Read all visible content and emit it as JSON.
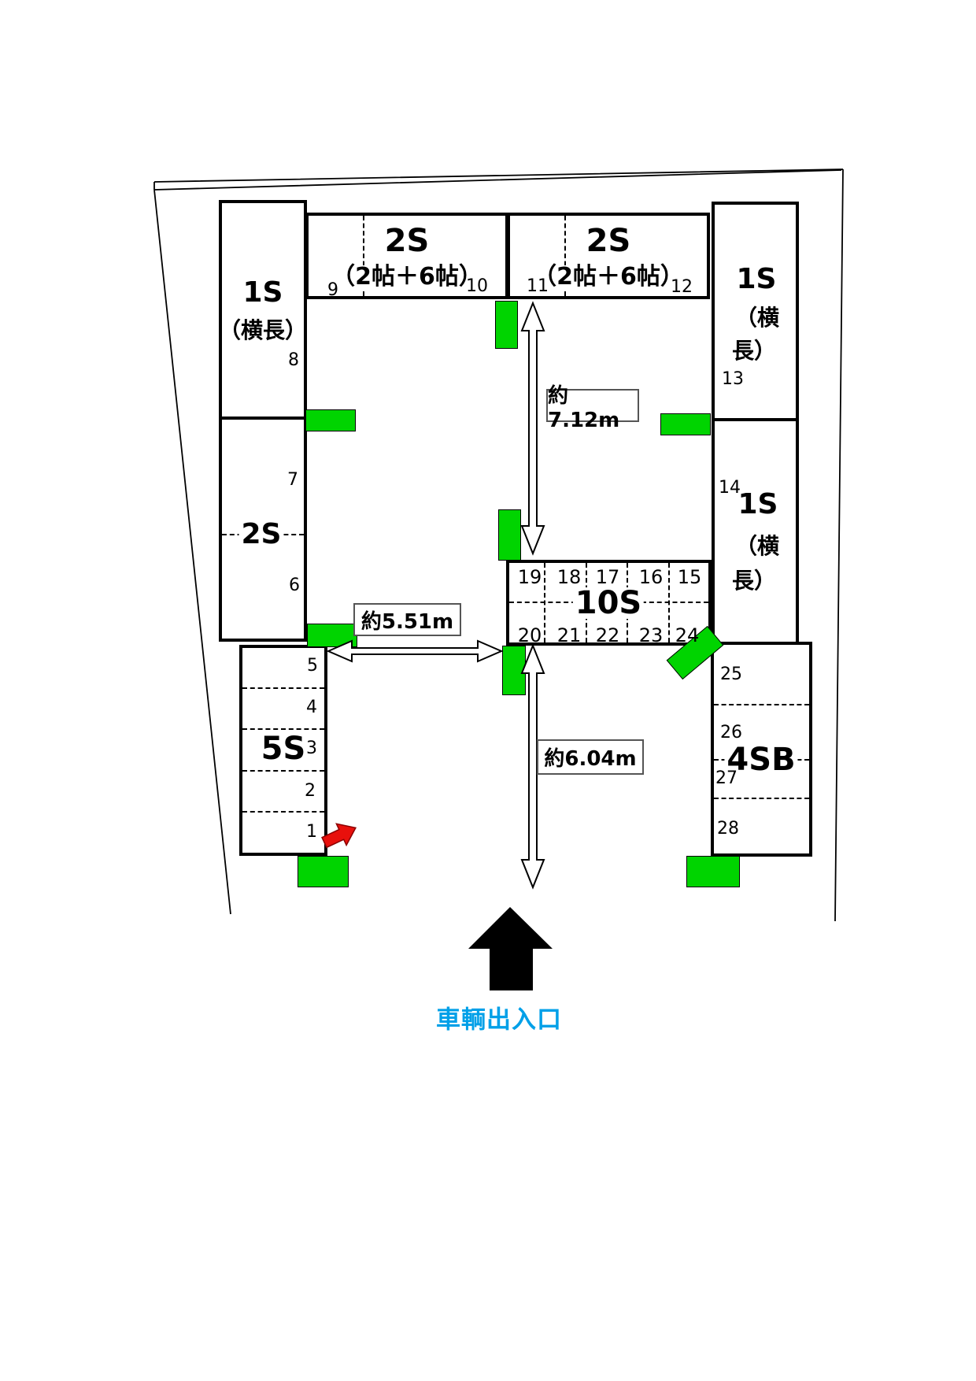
{
  "diagram": {
    "vehicle_entrance": "車輌出入口",
    "dimensions": {
      "courtyard_height": "約7.12m",
      "courtyard_width": "約5.51m",
      "driveway_height": "約6.04m"
    },
    "blocks": {
      "left_1s": {
        "title": "1S",
        "subtitle": "（横長）",
        "unit": "8"
      },
      "left_2s": {
        "title": "2S",
        "units": [
          "7",
          "6"
        ]
      },
      "top_2s_left": {
        "title": "2S",
        "subtitle": "（2帖＋6帖）",
        "unit_left": "9",
        "unit_right": "10"
      },
      "top_2s_right": {
        "title": "2S",
        "subtitle": "（2帖＋6帖）",
        "unit_left": "11",
        "unit_right": "12"
      },
      "right_1s_top": {
        "title": "1S",
        "subtitle_line1": "（横",
        "subtitle_line2": "長）",
        "unit": "13"
      },
      "right_1s_bottom": {
        "title": "1S",
        "subtitle_line1": "（横",
        "subtitle_line2": "長）",
        "unit": "14"
      },
      "center_10s": {
        "title": "10S",
        "units_top": [
          "19",
          "18",
          "17",
          "16",
          "15"
        ],
        "units_bottom": [
          "20",
          "21",
          "22",
          "23",
          "24"
        ]
      },
      "left_5s": {
        "title": "5S",
        "units": [
          "5",
          "4",
          "3",
          "2",
          "1"
        ]
      },
      "right_4sb": {
        "title": "4SB",
        "units": [
          "25",
          "26",
          "27",
          "28"
        ]
      }
    },
    "colors": {
      "door_green": "#00d400",
      "highlight_red": "#e8100c",
      "entrance_blue": "#00a0e8"
    }
  }
}
